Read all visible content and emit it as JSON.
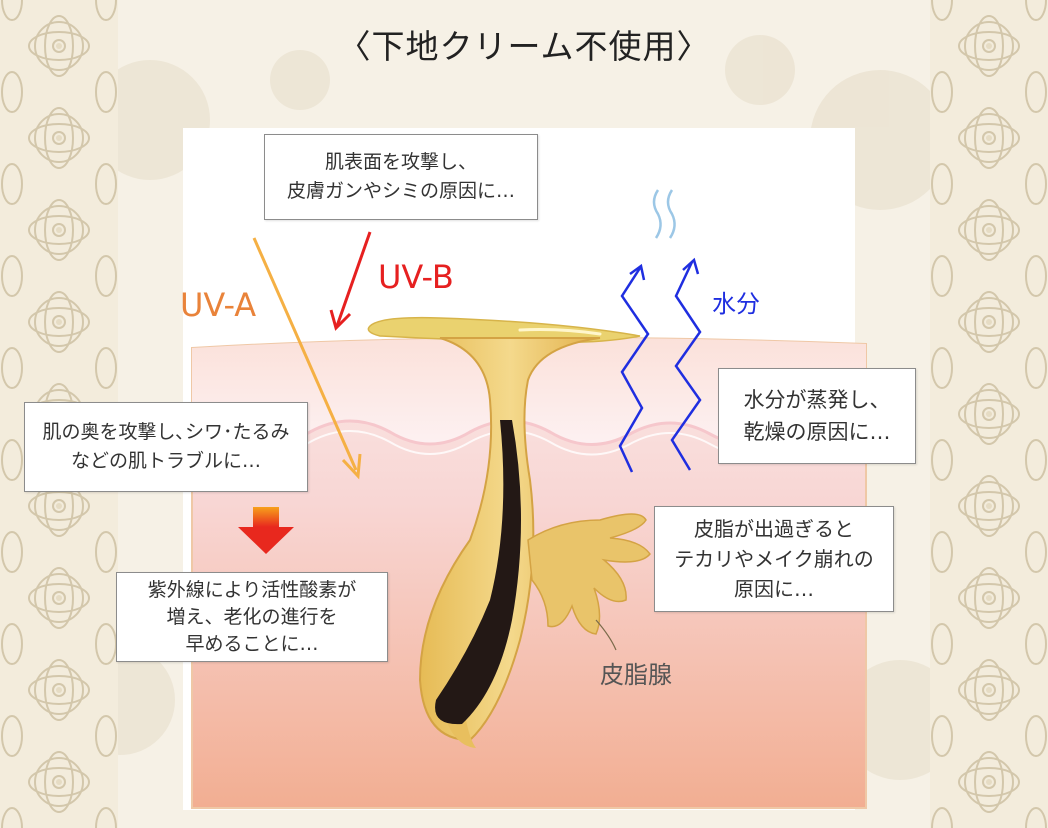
{
  "title": "〈下地クリーム不使用〉",
  "labels": {
    "uva": "UV-A",
    "uvb": "UV-B",
    "water": "水分",
    "sebaceous_gland": "皮脂腺"
  },
  "callouts": {
    "uvb_effect": [
      "肌表面を攻撃し、",
      "皮膚ガンやシミの原因に…"
    ],
    "uva_effect": [
      "肌の奥を攻撃し､シワ･たるみ",
      "などの肌トラブルに…"
    ],
    "active_oxygen": [
      "紫外線により活性酸素が",
      "増え、老化の進行を",
      "早めることに…"
    ],
    "moisture_loss": [
      "水分が蒸発し、",
      "乾燥の原因に…"
    ],
    "excess_sebum": [
      "皮脂が出過ぎると",
      "テカリやメイク崩れの",
      "原因に…"
    ]
  },
  "colors": {
    "uva_arrow": "#f5b044",
    "uva_text": "#e9833a",
    "uvb_arrow": "#e62020",
    "water_arrow": "#1f2ee0",
    "sebum": "#e9c46a",
    "skin_top": "#fbe8e6",
    "skin_bottom": "#f2ae92",
    "hair": "#231815",
    "lace": "#d8cdb4"
  }
}
